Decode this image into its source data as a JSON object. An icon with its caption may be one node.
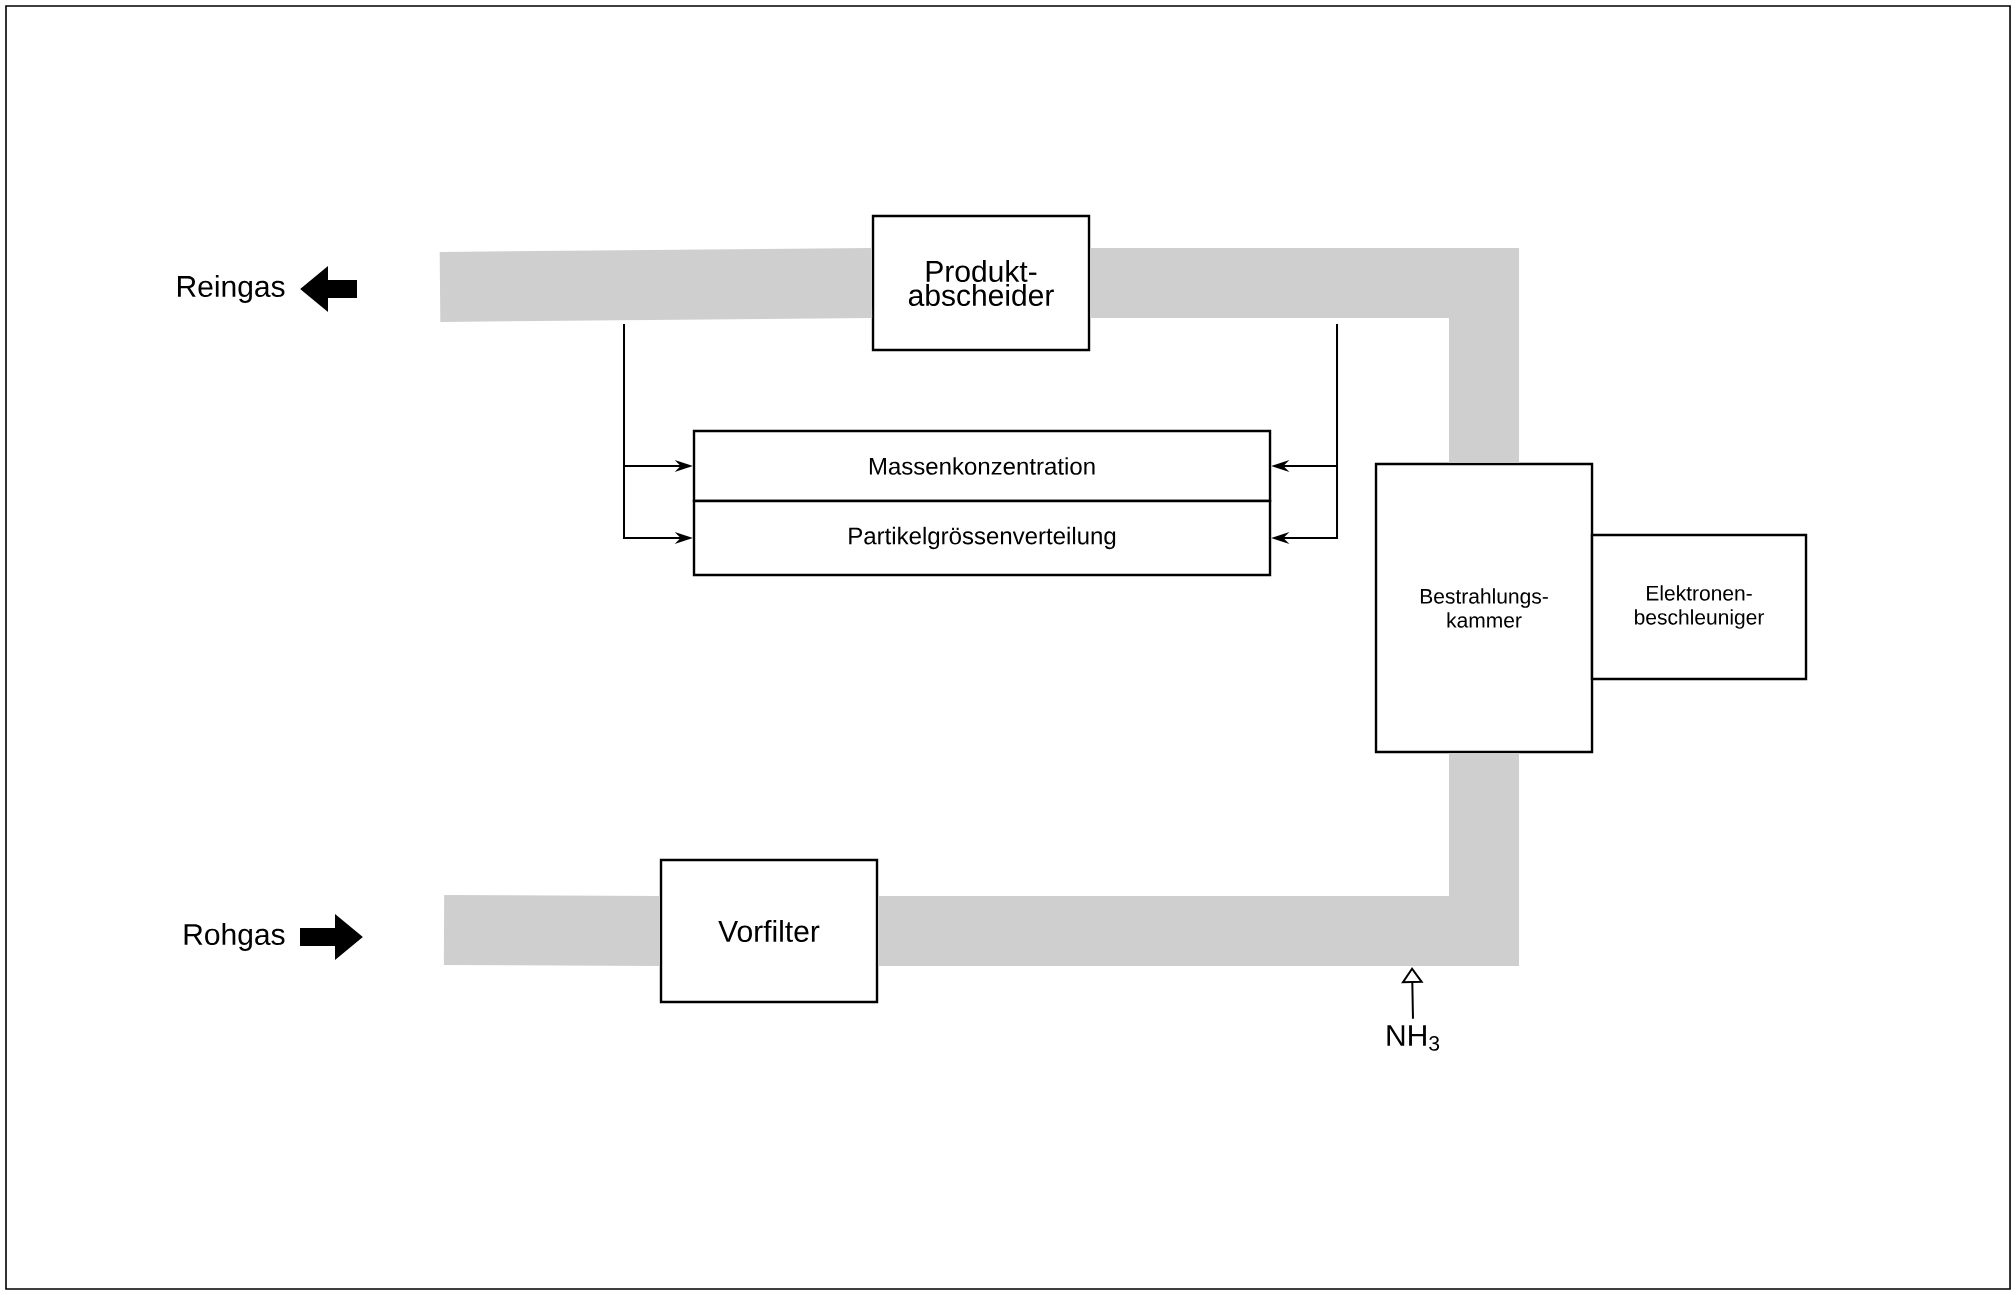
{
  "diagram": {
    "nodes": [
      {
        "text": [
          "Reingas"
        ]
      },
      {
        "text": [
          "Produkt- abscheider"
        ]
      },
      {
        "text": [
          "Massenkonzentration"
        ]
      },
      {
        "text": [
          "Partikelgrössenverteilung"
        ]
      },
      {
        "text": [
          "Bestrahlungs- kammer"
        ]
      },
      {
        "text": [
          "Elektronen- beschleuniger"
        ]
      },
      {
        "text": [
          "Rohgas"
        ]
      },
      {
        "text": [
          "Vorfilter"
        ]
      },
      {
        "text": [
          "NH$_{3}$"
        ]
      }
    ],
    "edges": [
      {
        "from": null,
        "to": 0,
        "arrow": "to"
      },
      {
        "from": 6,
        "to": null,
        "arrow": "to"
      },
      {
        "from": 8,
        "to": null,
        "arrow": "to"
      },
      {
        "from": null,
        "to": 7,
        "arrow": "none",
        "style": "thick",
        "color": "#cfcfcf"
      },
      {
        "from": 7,
        "to": 4,
        "arrow": "none",
        "style": "thick",
        "color": "#cfcfcf"
      },
      {
        "from": 4,
        "to": 1,
        "arrow": "none",
        "style": "thick",
        "color": "#cfcfcf"
      },
      {
        "from": 1,
        "to": null,
        "arrow": "none",
        "style": "thick",
        "color": "#cfcfcf"
      },
      {
        "from": null,
        "to": 2,
        "arrow": "to"
      },
      {
        "from": null,
        "to": 3,
        "arrow": "to"
      },
      {
        "from": null,
        "to": 2,
        "arrow": "to"
      },
      {
        "from": null,
        "to": 3,
        "arrow": "to"
      }
    ]
  }
}
